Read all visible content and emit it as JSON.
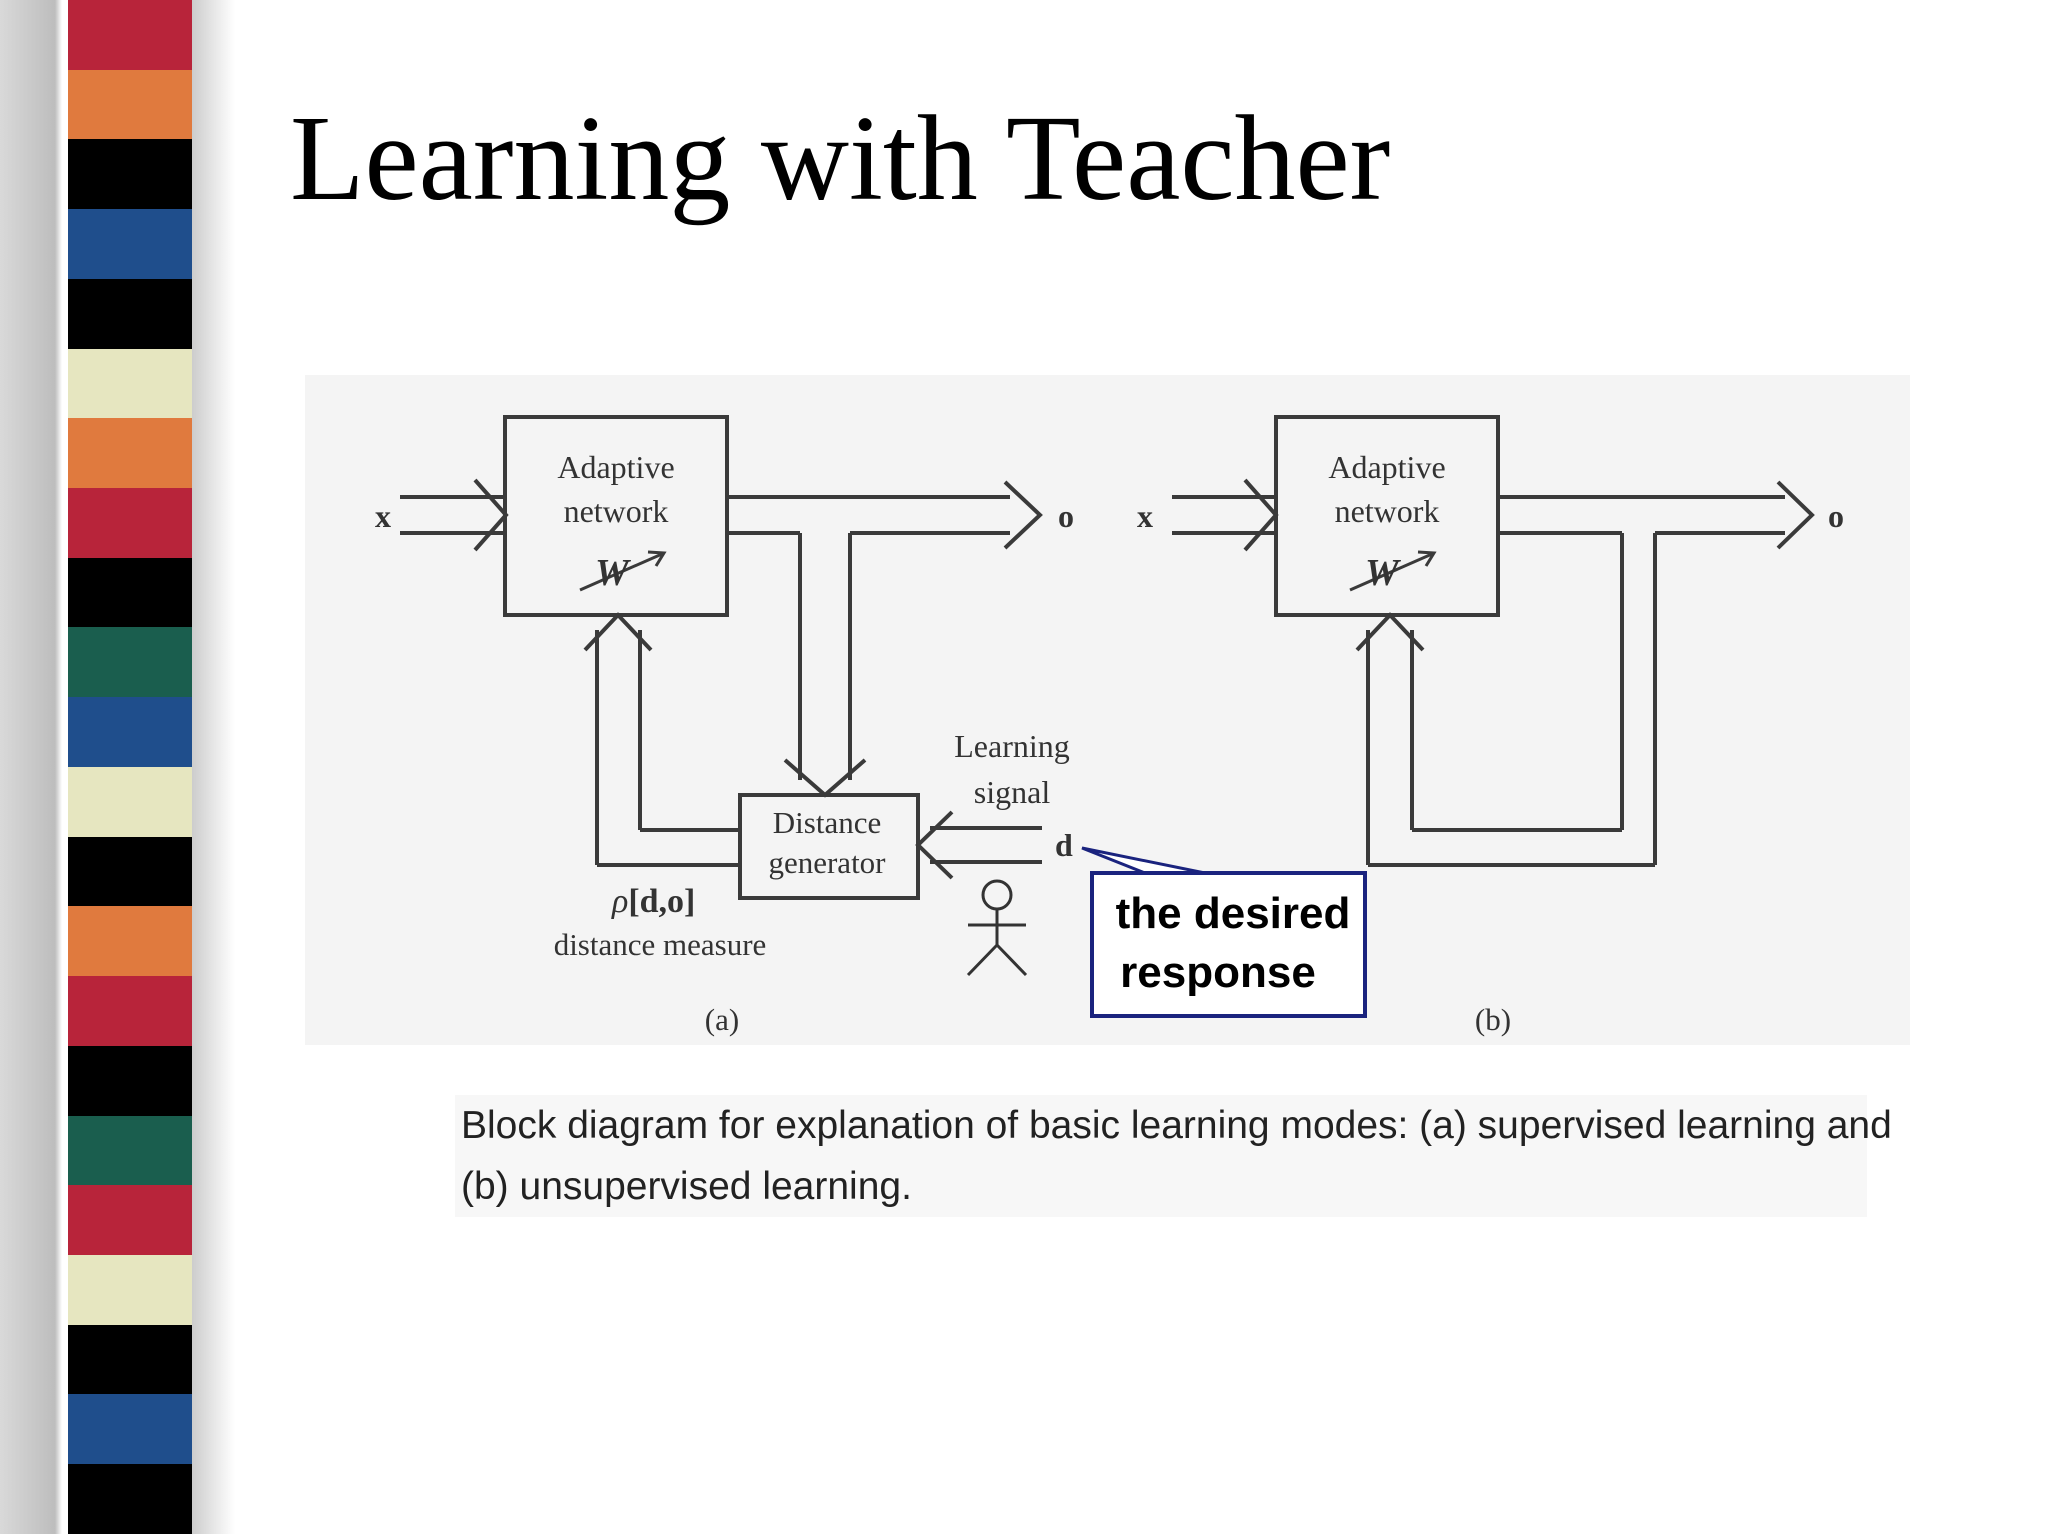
{
  "slide": {
    "title": "Learning with Teacher"
  },
  "decor": {
    "stripe_colors": [
      "#b8243a",
      "#e07a3e",
      "#000000",
      "#1f4e8c",
      "#000000",
      "#e6e6c0",
      "#e07a3e",
      "#b8243a",
      "#000000",
      "#1a5e4e",
      "#1f4e8c",
      "#e6e6c0",
      "#000000",
      "#e07a3e",
      "#b8243a",
      "#000000",
      "#1a5e4e",
      "#b8243a",
      "#e6e6c0",
      "#000000",
      "#1f4e8c",
      "#000000"
    ]
  },
  "diagram_a": {
    "input_label": "x",
    "output_label": "o",
    "network_line1": "Adaptive",
    "network_line2": "network",
    "weight_label": "W",
    "distance_line1": "Distance",
    "distance_line2": "generator",
    "learning_signal_line1": "Learning",
    "learning_signal_line2": "signal",
    "desired_label": "d",
    "rho_symbol": "ρ",
    "rho_args": "[d,o]",
    "distance_measure": "distance measure",
    "part_label": "(a)"
  },
  "diagram_b": {
    "input_label": "x",
    "output_label": "o",
    "network_line1": "Adaptive",
    "network_line2": "network",
    "weight_label": "W",
    "part_label": "(b)"
  },
  "callout": {
    "line1": "the desired",
    "line2": "response",
    "border_color": "#1a237e"
  },
  "caption": {
    "line1": "Block diagram for explanation of basic learning modes: (a) supervised learning and",
    "line2": "(b) unsupervised learning."
  }
}
